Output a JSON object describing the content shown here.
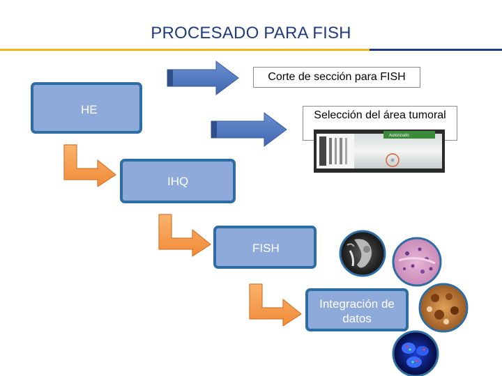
{
  "title": "PROCESADO PARA FISH",
  "callouts": {
    "corte": "Corte de sección para FISH",
    "seleccion": "Selección del área tumoral"
  },
  "steps": {
    "he": "HE",
    "ihq": "IHQ",
    "fish": "FISH",
    "integracion": "Integración de datos"
  },
  "slide_label": "Autorizado",
  "colors": {
    "title": "#1f3d7a",
    "rule_gold": "#f0b323",
    "rule_navy": "#1f3d7a",
    "step_fill": "#8eaadb",
    "step_border": "#2e6da4",
    "blue_arrow": "#4472c4",
    "orange_arrow": "#f79646"
  }
}
